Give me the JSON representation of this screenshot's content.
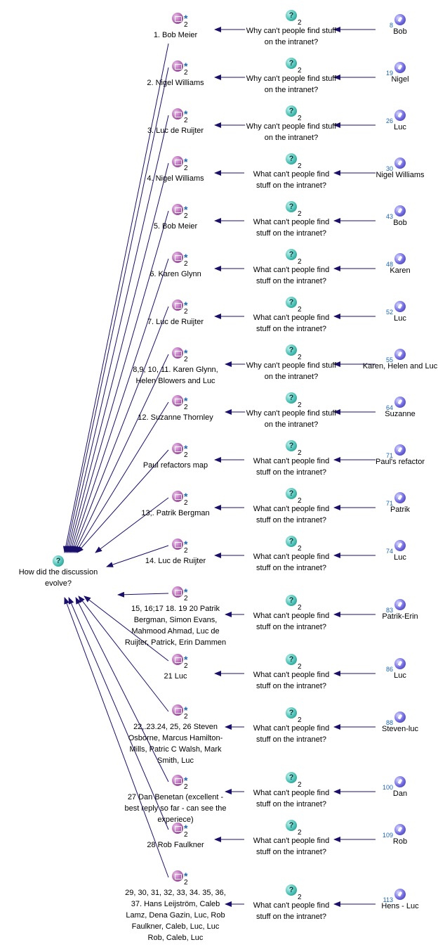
{
  "colors": {
    "arrow": "#1a0f6b",
    "link_number": "#1c66b0"
  },
  "root": {
    "label": "How did the discussion evolve?",
    "icon": "question-icon"
  },
  "rows": [
    {
      "map": "1. Bob Meier",
      "map_count": "2",
      "question": "Why can't people find stuff on the intranet?",
      "question_count": "2",
      "user_number": "8",
      "user": "Bob"
    },
    {
      "map": "2. Nigel Williams",
      "map_count": "2",
      "question": "Why can't people find stuff on the intranet?",
      "question_count": "2",
      "user_number": "19",
      "user": "Nigel"
    },
    {
      "map": "3. Luc de Ruijter",
      "map_count": "2",
      "question": "Why can't people find stuff on the intranet?",
      "question_count": "2",
      "user_number": "26",
      "user": "Luc"
    },
    {
      "map": "4. Nigel Williams",
      "map_count": "2",
      "question": "What can't people find stuff on the intranet?",
      "question_count": "2",
      "user_number": "30",
      "user": "Nigel Williams"
    },
    {
      "map": "5. Bob Meier",
      "map_count": "2",
      "question": "What can't people find stuff on the intranet?",
      "question_count": "2",
      "user_number": "43",
      "user": "Bob"
    },
    {
      "map": "6. Karen Glynn",
      "map_count": "2",
      "question": "What can't people find stuff on the intranet?",
      "question_count": "2",
      "user_number": "48",
      "user": "Karen"
    },
    {
      "map": "7. Luc de Ruijter",
      "map_count": "2",
      "question": "What can't people find stuff on the intranet?",
      "question_count": "2",
      "user_number": "52",
      "user": "Luc"
    },
    {
      "map": "8,9, 10, 11. Karen Glynn, Helen Blowers and Luc",
      "map_count": "2",
      "question": "Why can't people find stuff on the intranet?",
      "question_count": "2",
      "user_number": "55",
      "user": "Karen, Helen and Luc"
    },
    {
      "map": "12. Suzanne Thornley",
      "map_count": "2",
      "question": "Why can't people find stuff on the intranet?",
      "question_count": "2",
      "user_number": "64",
      "user": "Suzanne"
    },
    {
      "map": "Paul refactors map",
      "map_count": "2",
      "question": "What can't people find stuff on the intranet?",
      "question_count": "2",
      "user_number": "71",
      "user": "Paul's refactor"
    },
    {
      "map": "13;. Patrik Bergman",
      "map_count": "2",
      "question": "What can't people find stuff on the intranet?",
      "question_count": "2",
      "user_number": "71",
      "user": "Patrik"
    },
    {
      "map": "14. Luc de Ruijter",
      "map_count": "2",
      "question": "What can't people find stuff on the intranet?",
      "question_count": "2",
      "user_number": "74",
      "user": "Luc"
    },
    {
      "map": "15, 16;17 18. 19 20 Patrik Bergman, Simon Evans, Mahmood Ahmad, Luc de Ruijter, Patrick, Erin Dammen",
      "map_count": "2",
      "question": "What can't people find stuff on the intranet?",
      "question_count": "2",
      "user_number": "83",
      "user": "Patrik-Erin"
    },
    {
      "map": "21 Luc",
      "map_count": "2",
      "question": "What can't people find stuff on the intranet?",
      "question_count": "2",
      "user_number": "86",
      "user": "Luc"
    },
    {
      "map": "22,.23.24, 25, 26 Steven Osborne, Marcus Hamilton-Mills, Patric C Walsh, Mark Smith, Luc",
      "map_count": "2",
      "question": "What can't people find stuff on the intranet?",
      "question_count": "2",
      "user_number": "88",
      "user": "Steven-luc"
    },
    {
      "map": "27 Dan Benetan (excellent - best reply so far - can see the experiece)",
      "map_count": "2",
      "question": "What can't people find stuff on the intranet?",
      "question_count": "2",
      "user_number": "100",
      "user": "Dan"
    },
    {
      "map": "28 Rob Faulkner",
      "map_count": "2",
      "question": "What can't people find stuff on the intranet?",
      "question_count": "2",
      "user_number": "109",
      "user": "Rob"
    },
    {
      "map": "29, 30, 31, 32, 33, 34. 35, 36, 37. Hans Leijström, Caleb Lamz, Dena Gazin, Luc, Rob Faulkner, Caleb, Luc, Luc Rob, Caleb, Luc",
      "map_count": "2",
      "question": "What can't people find stuff on the intranet?",
      "question_count": "2",
      "user_number": "113",
      "user": "Hens - Luc"
    }
  ]
}
